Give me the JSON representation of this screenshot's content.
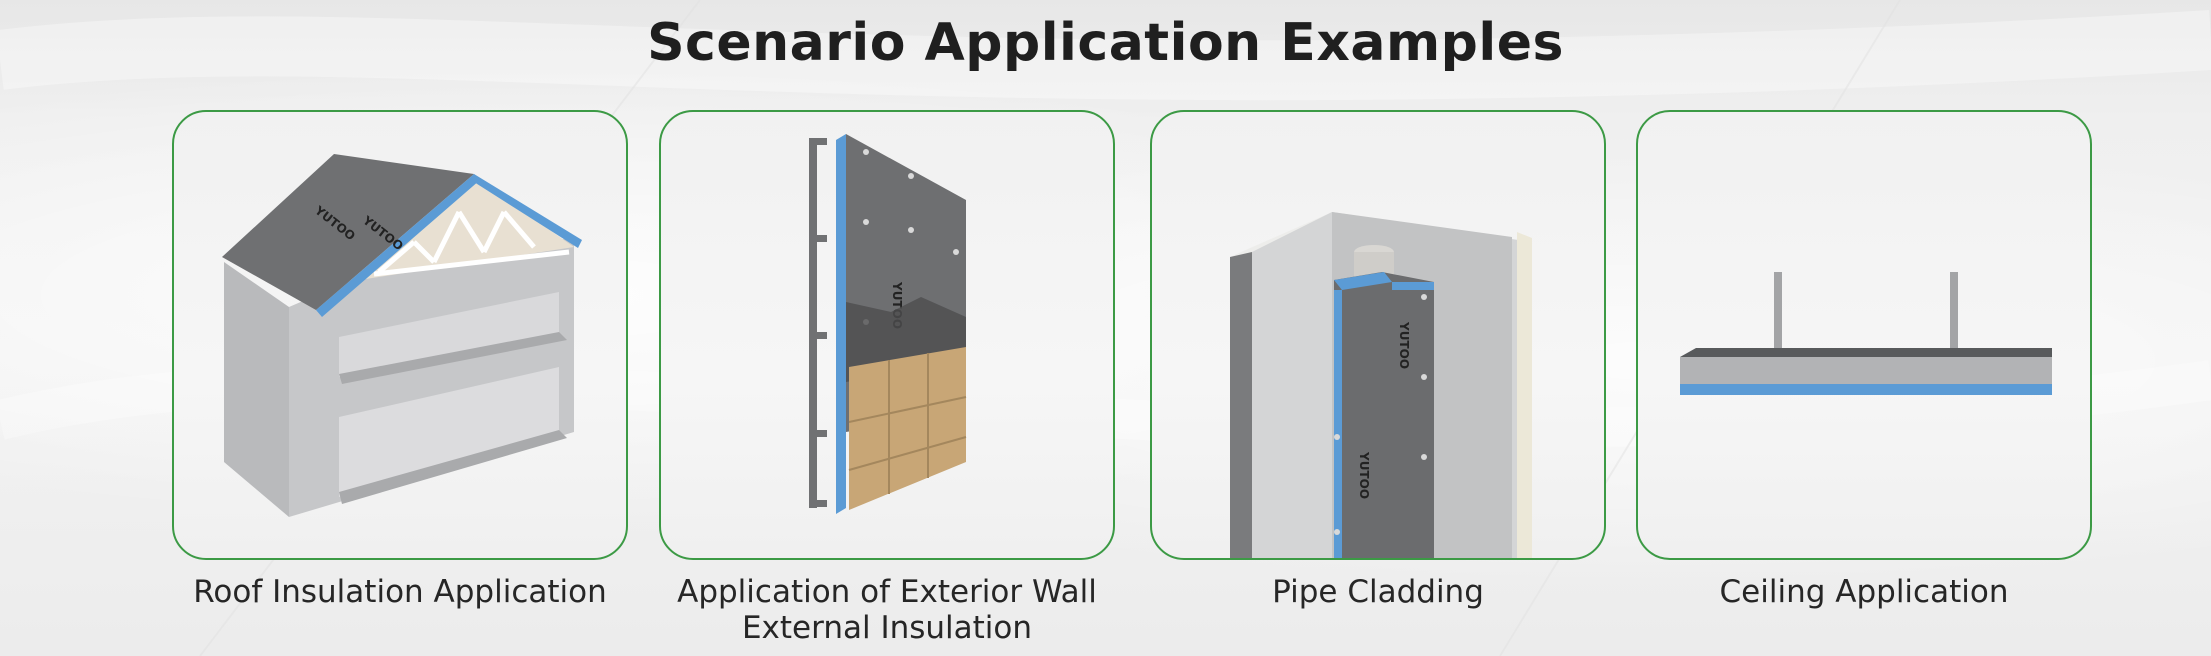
{
  "page": {
    "title": "Scenario Application Examples"
  },
  "colors": {
    "border": "#3c9a45",
    "accent_blue": "#5b9bd5",
    "panel_dark": "#6e6e70"
  },
  "cards": [
    {
      "caption_lines": [
        "Roof Insulation Application"
      ],
      "brand": "YUTOO",
      "icon": "house-roof-illustration"
    },
    {
      "caption_lines": [
        "Application of Exterior Wall",
        "External Insulation"
      ],
      "brand": "YUTOO",
      "icon": "wall-section-illustration"
    },
    {
      "caption_lines": [
        "Pipe Cladding"
      ],
      "brand": "YUTOO",
      "icon": "pipe-corner-illustration"
    },
    {
      "caption_lines": [
        "Ceiling Application"
      ],
      "brand": "",
      "icon": "ceiling-panel-illustration"
    }
  ]
}
